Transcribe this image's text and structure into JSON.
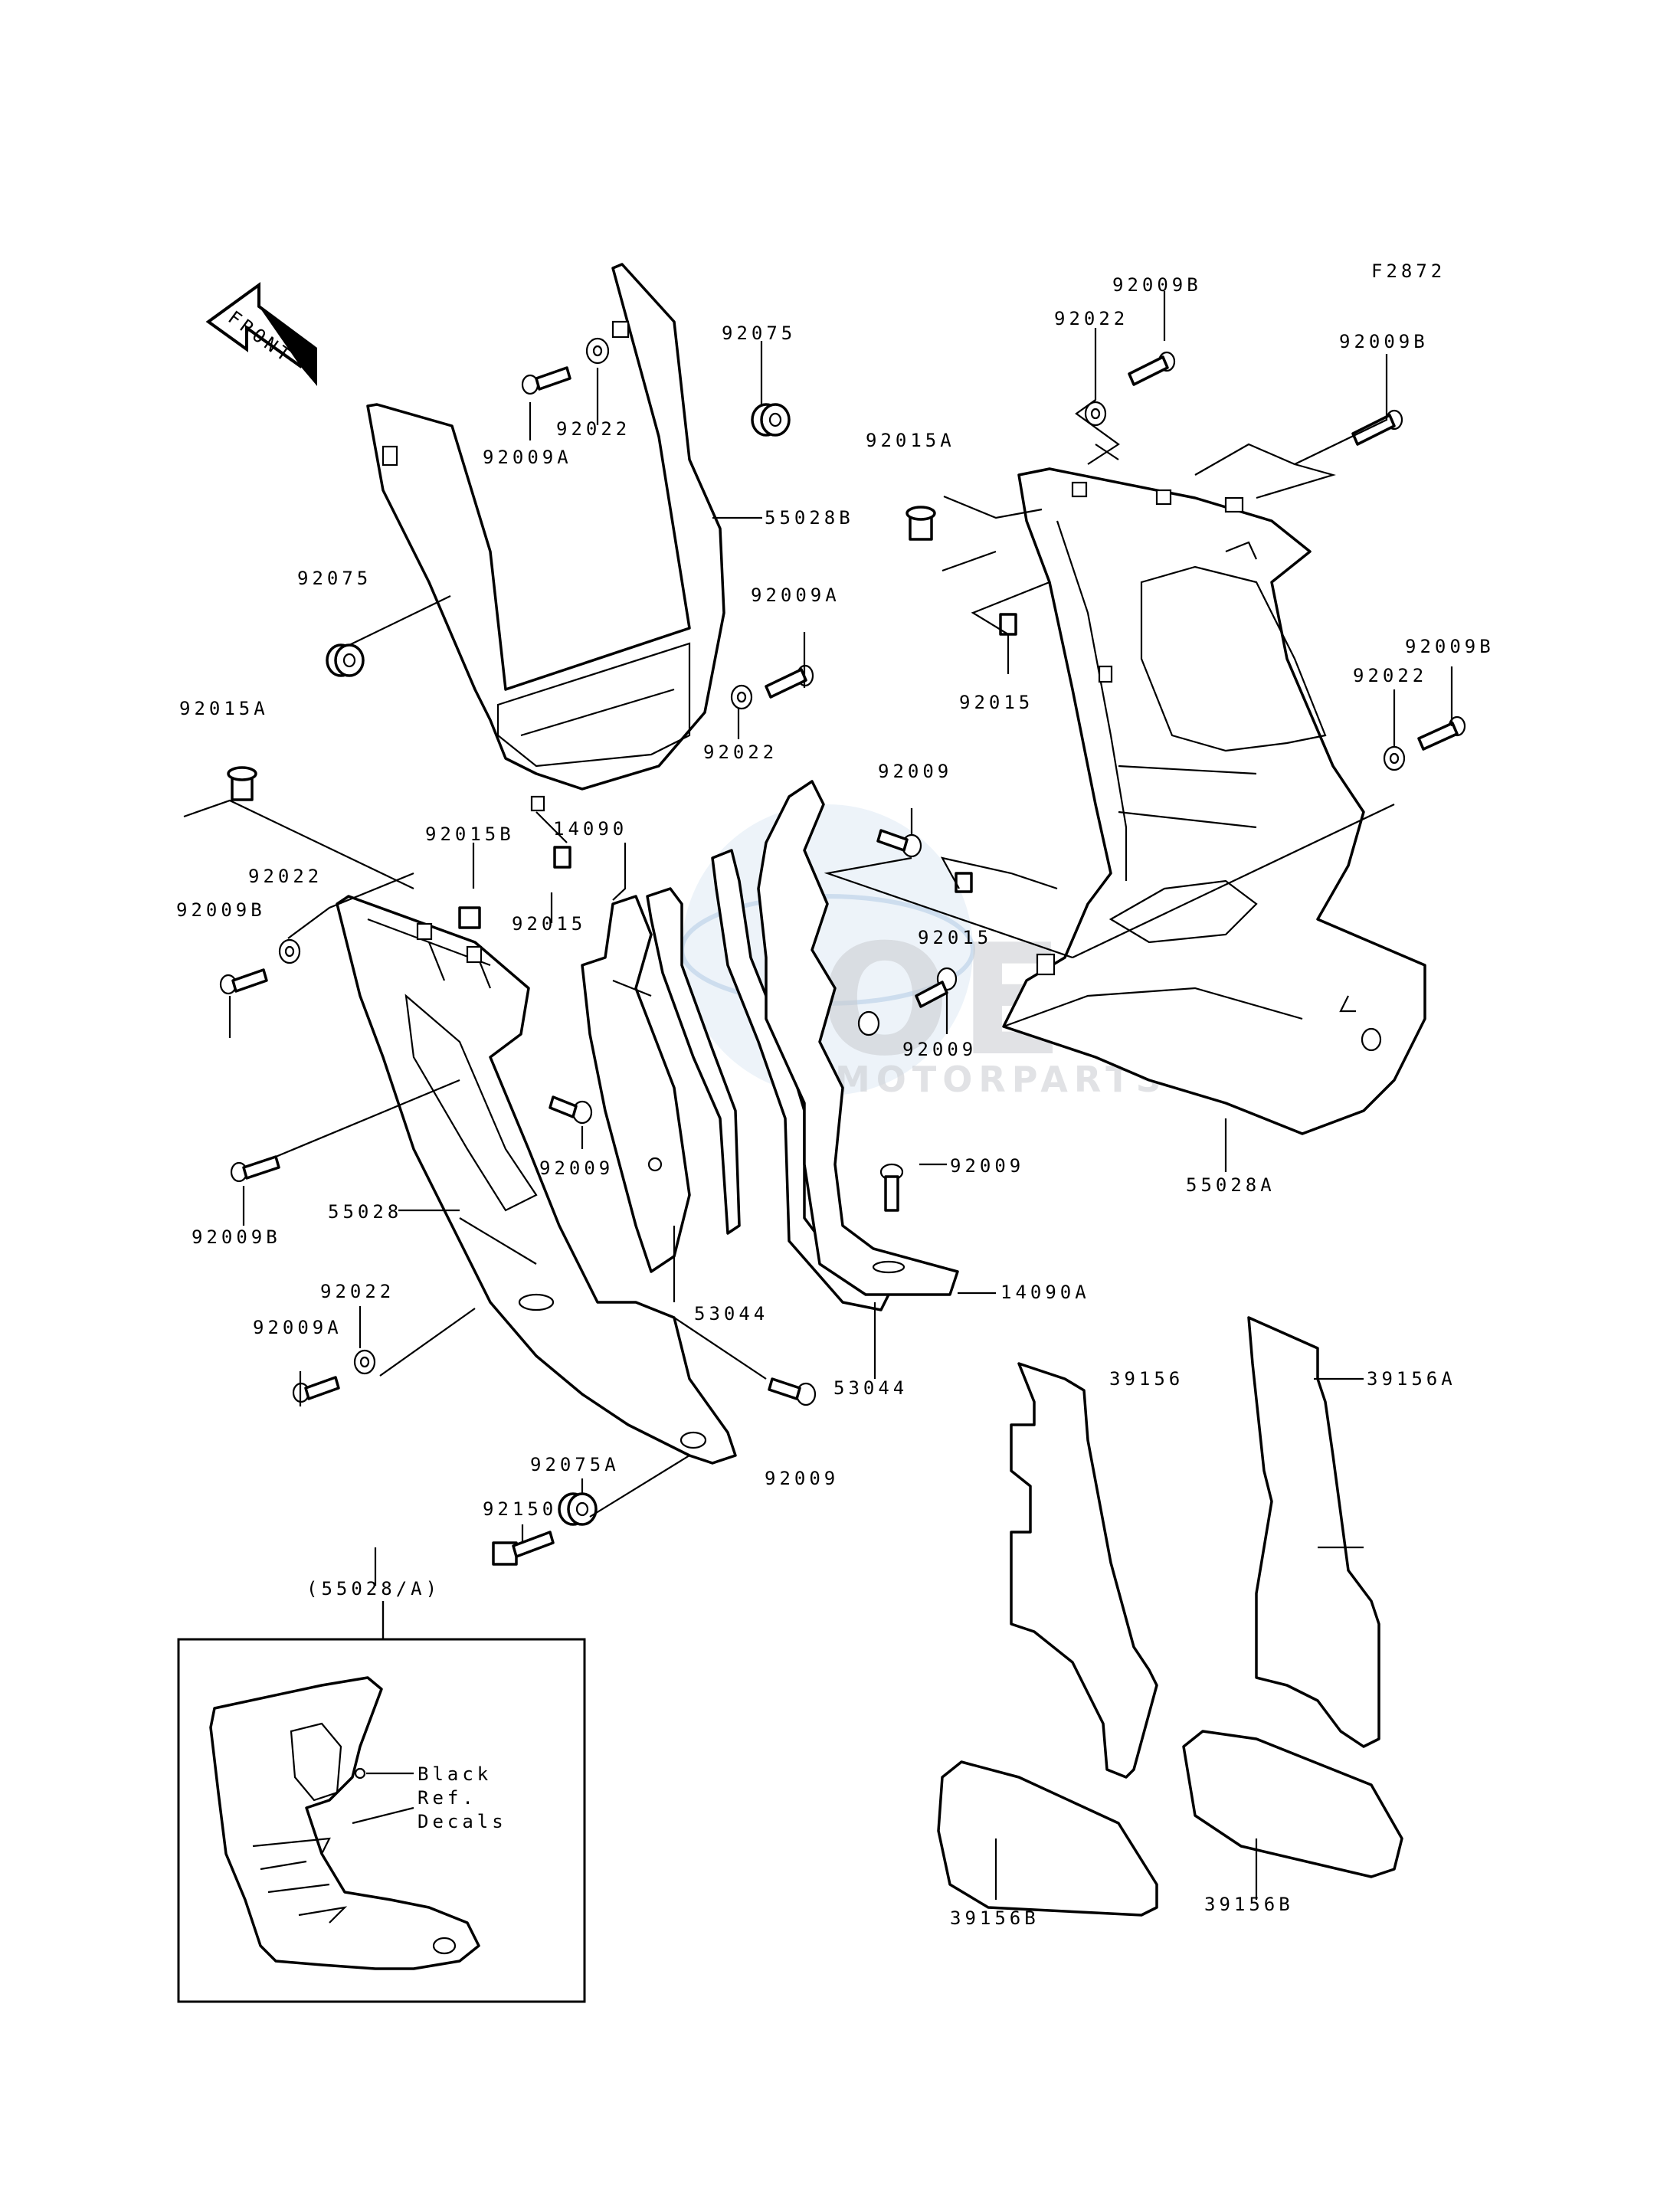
{
  "figure_code": "F2872",
  "front_label": "FRONT",
  "watermark": {
    "brand": "OEM",
    "sub": "MOTORPARTS"
  },
  "inset": {
    "ref": "(55028/A)",
    "black_note": "Black",
    "decals_line1": "Ref.",
    "decals_line2": "Decals"
  },
  "labels": {
    "l_92075_top": "92075",
    "l_92022_top": "92022",
    "l_92009a_top": "92009A",
    "l_55028b": "55028B",
    "l_92075_left": "92075",
    "l_92009a_mid": "92009A",
    "l_92022_mid": "92022",
    "l_92015a_left": "92015A",
    "l_92015b": "92015B",
    "l_14090": "14090",
    "l_92015_left": "92015",
    "l_92022_left": "92022",
    "l_92009b_left": "92009B",
    "l_92009b_low": "92009B",
    "l_55028": "55028",
    "l_92009_left": "92009",
    "l_92022_low": "92022",
    "l_92009a_low": "92009A",
    "l_53044_a": "53044",
    "l_53044_b": "53044",
    "l_92009_low": "92009",
    "l_92075a": "92075A",
    "l_92150": "92150",
    "l_92009b_t1": "92009B",
    "l_92022_t1": "92022",
    "l_92009b_t2": "92009B",
    "l_92015a_right": "92015A",
    "l_92015_right": "92015",
    "l_92009b_r": "92009B",
    "l_92022_r": "92022",
    "l_92009_c": "92009",
    "l_92015_c": "92015",
    "l_92009_c2": "92009",
    "l_92009_c3": "92009",
    "l_14090a": "14090A",
    "l_55028a": "55028A",
    "l_39156": "39156",
    "l_39156a": "39156A",
    "l_39156b_l": "39156B",
    "l_39156b_r": "39156B"
  }
}
